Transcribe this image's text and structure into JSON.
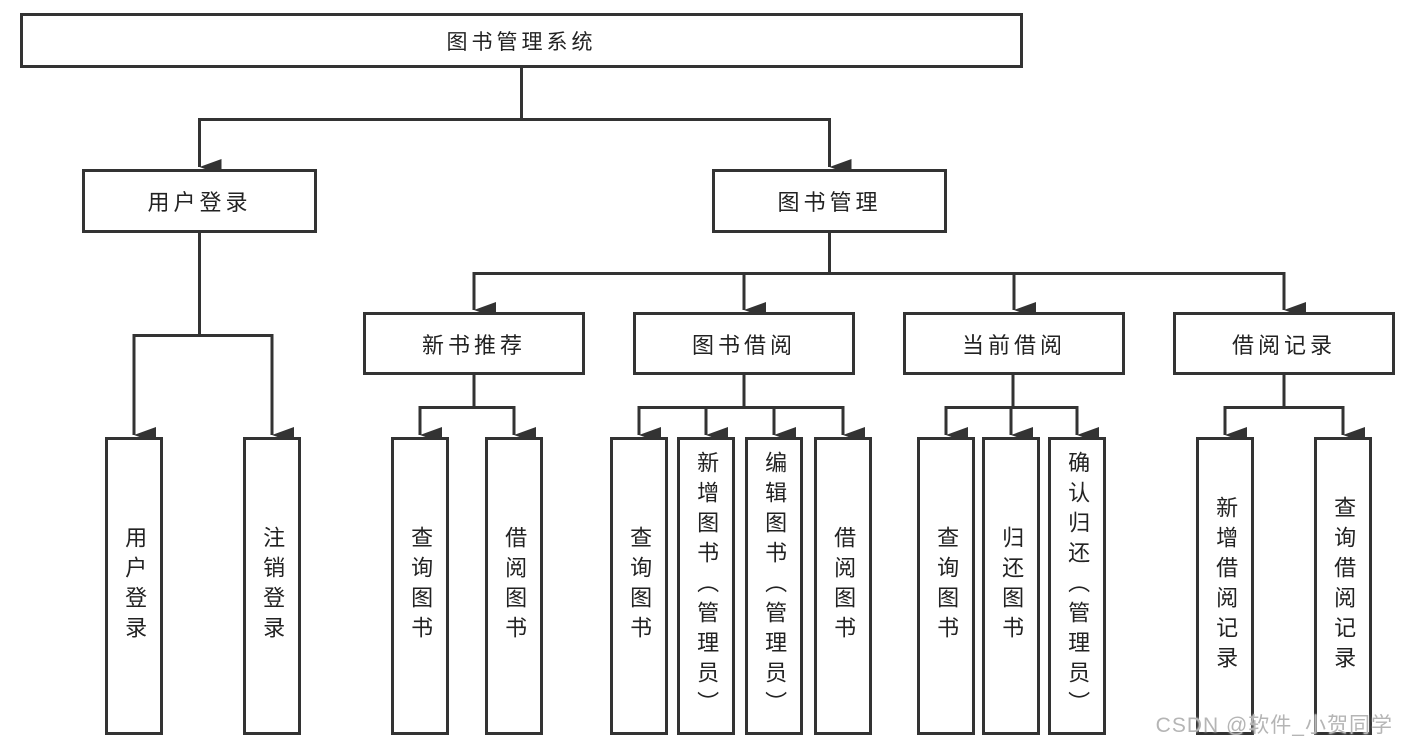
{
  "title": "图书管理系统",
  "watermark": "CSDN @软件_小贺同学",
  "colors": {
    "line": "#333333",
    "box_border": "#333333",
    "text": "#222222",
    "watermark": "#b5b5b5",
    "background": "#ffffff"
  },
  "nodes": {
    "root": {
      "label": "图书管理系统"
    },
    "user_login": {
      "label": "用户登录"
    },
    "book_mgmt": {
      "label": "图书管理"
    },
    "login": {
      "label": "用户登录"
    },
    "logout": {
      "label": "注销登录"
    },
    "new_rec": {
      "label": "新书推荐"
    },
    "borrow": {
      "label": "图书借阅"
    },
    "current": {
      "label": "当前借阅"
    },
    "records": {
      "label": "借阅记录"
    },
    "nr_query": {
      "label": "查询图书"
    },
    "nr_borrow": {
      "label": "借阅图书"
    },
    "bw_query": {
      "label": "查询图书"
    },
    "bw_add": {
      "label": "新增图书（管理员）"
    },
    "bw_edit": {
      "label": "编辑图书（管理员）"
    },
    "bw_borrow": {
      "label": "借阅图书"
    },
    "cu_query": {
      "label": "查询图书"
    },
    "cu_return": {
      "label": "归还图书"
    },
    "cu_confirm": {
      "label": "确认归还（管理员）"
    },
    "rc_add": {
      "label": "新增借阅记录"
    },
    "rc_query": {
      "label": "查询借阅记录"
    }
  },
  "edges": [
    [
      "root",
      "user_login"
    ],
    [
      "root",
      "book_mgmt"
    ],
    [
      "user_login",
      "login"
    ],
    [
      "user_login",
      "logout"
    ],
    [
      "book_mgmt",
      "new_rec"
    ],
    [
      "book_mgmt",
      "borrow"
    ],
    [
      "book_mgmt",
      "current"
    ],
    [
      "book_mgmt",
      "records"
    ],
    [
      "new_rec",
      "nr_query"
    ],
    [
      "new_rec",
      "nr_borrow"
    ],
    [
      "borrow",
      "bw_query"
    ],
    [
      "borrow",
      "bw_add"
    ],
    [
      "borrow",
      "bw_edit"
    ],
    [
      "borrow",
      "bw_borrow"
    ],
    [
      "current",
      "cu_query"
    ],
    [
      "current",
      "cu_return"
    ],
    [
      "current",
      "cu_confirm"
    ],
    [
      "records",
      "rc_add"
    ],
    [
      "records",
      "rc_query"
    ]
  ]
}
